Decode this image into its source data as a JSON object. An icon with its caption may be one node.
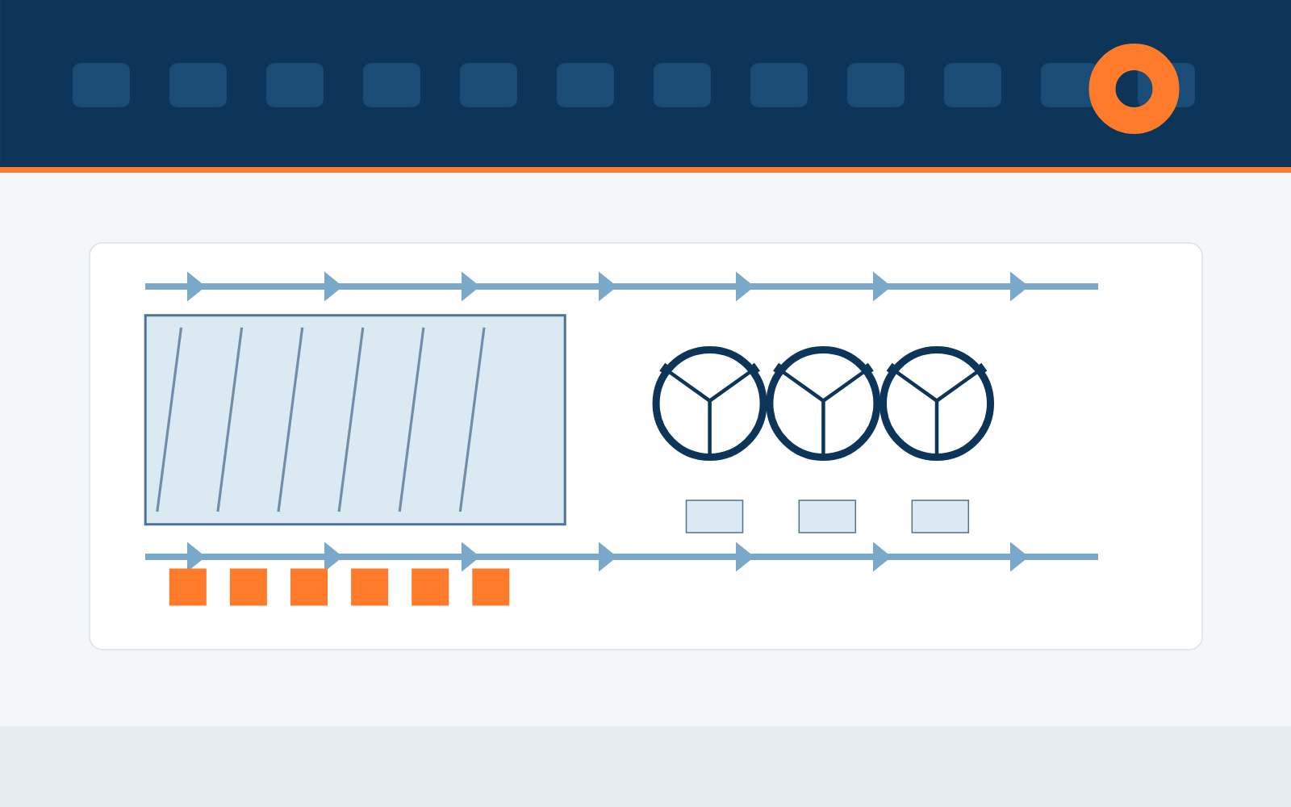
{
  "diagram": {
    "nodes": [
      {
        "text": [],
        "shape": "box"
      },
      {
        "text": [],
        "shape": "box",
        "in": 0
      },
      {
        "text": [],
        "shape": "circle",
        "in": 0
      },
      {
        "text": [],
        "shape": "circle",
        "in": 0
      },
      {
        "text": [],
        "shape": "circle",
        "in": 0
      },
      {
        "text": [],
        "shape": "box",
        "in": 0
      },
      {
        "text": [],
        "shape": "box",
        "in": 0
      },
      {
        "text": [],
        "shape": "box",
        "in": 0
      },
      {
        "text": [],
        "shape": "box",
        "in": 0
      },
      {
        "text": [],
        "shape": "box",
        "in": 0
      },
      {
        "text": [],
        "shape": "box",
        "in": 0
      },
      {
        "text": [],
        "shape": "box",
        "in": 0
      },
      {
        "text": [],
        "shape": "box",
        "in": 0
      },
      {
        "text": [],
        "shape": "box",
        "in": 0
      }
    ]
  }
}
